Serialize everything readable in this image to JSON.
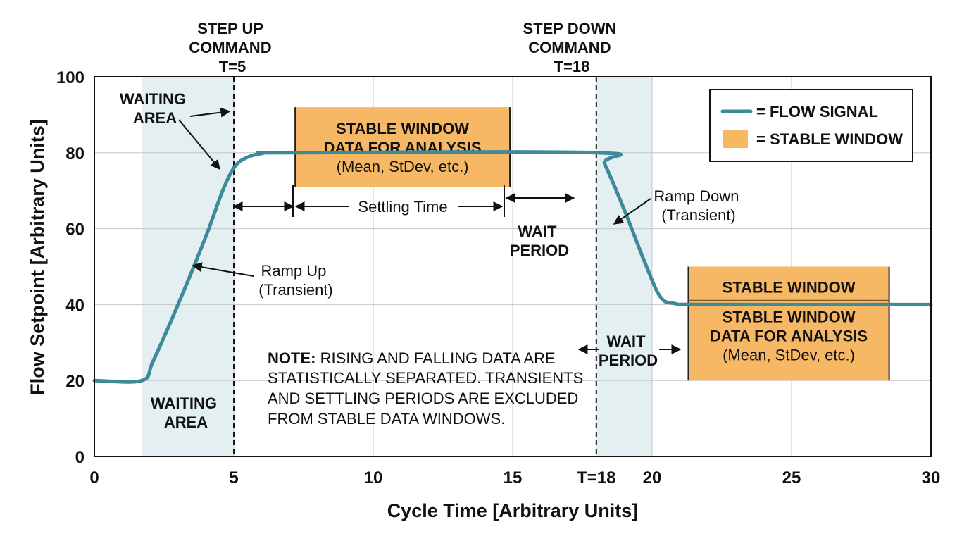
{
  "chart_data": {
    "type": "line",
    "title": "",
    "xlabel": "Cycle Time [Arbitrary Units]",
    "ylabel": "Flow Setpoint [Arbitrary Units]",
    "xlim": [
      0,
      30
    ],
    "ylim": [
      0,
      100
    ],
    "x_ticks": [
      0,
      5,
      10,
      15,
      20,
      25,
      30
    ],
    "x_tick_labels": [
      "0",
      "5",
      "10",
      "15",
      "T=18",
      "20",
      "25",
      "30"
    ],
    "y_ticks": [
      0,
      20,
      40,
      60,
      80,
      100
    ],
    "y_tick_labels": [
      "0",
      "20",
      "40",
      "60",
      "80",
      "100"
    ],
    "grid": true,
    "series": [
      {
        "name": "FLOW SIGNAL",
        "color": "#3f8a99",
        "points": [
          [
            0,
            20
          ],
          [
            1.7,
            20
          ],
          [
            2.1,
            25
          ],
          [
            3,
            40
          ],
          [
            4,
            58
          ],
          [
            4.6,
            70
          ],
          [
            5,
            76
          ],
          [
            5.4,
            78.5
          ],
          [
            6,
            79.8
          ],
          [
            7,
            80
          ],
          [
            18,
            80
          ],
          [
            18.3,
            77
          ],
          [
            19,
            65
          ],
          [
            19.8,
            50
          ],
          [
            20.3,
            42
          ],
          [
            20.8,
            40.3
          ],
          [
            22,
            40
          ],
          [
            30,
            40
          ]
        ]
      }
    ],
    "shaded_regions": [
      {
        "x": [
          1.7,
          5
        ],
        "label": "WAITING AREA",
        "color": "#e3eff0"
      },
      {
        "x": [
          18,
          20
        ],
        "label": "WAIT PERIOD",
        "color": "#e3eff0"
      }
    ],
    "vertical_lines": [
      {
        "x": 5,
        "label": [
          "STEP UP",
          "COMMAND",
          "T=5"
        ]
      },
      {
        "x": 18,
        "label": [
          "STEP DOWN",
          "COMMAND",
          "T=18"
        ]
      }
    ],
    "stable_windows": [
      {
        "x": [
          7.2,
          14.9
        ],
        "y": [
          71,
          92
        ],
        "lines": [
          "STABLE WINDOW",
          "DATA FOR ANALYSIS",
          "(Mean, StDev, etc.)"
        ]
      },
      {
        "x": [
          21.3,
          28.5
        ],
        "y": [
          20,
          50
        ],
        "header": "STABLE WINDOW",
        "lines": [
          "STABLE WINDOW",
          "DATA FOR ANALYSIS",
          "(Mean, StDev, etc.)"
        ]
      }
    ],
    "legend": {
      "position": "top-right",
      "items": [
        {
          "label": "= FLOW SIGNAL",
          "kind": "line",
          "color": "#3f8a99"
        },
        {
          "label": "= STABLE WINDOW",
          "kind": "box",
          "color": "#f7b866"
        }
      ]
    },
    "annotations": {
      "waiting_area_top": [
        "WAITING",
        "AREA"
      ],
      "waiting_area_bottom": [
        "WAITING",
        "AREA"
      ],
      "settling_time": "Settling Time",
      "wait_period_upper": [
        "WAIT",
        "PERIOD"
      ],
      "wait_period_lower": [
        "WAIT",
        "PERIOD"
      ],
      "ramp_up": [
        "Ramp Up",
        "(Transient)"
      ],
      "ramp_down": [
        "Ramp Down",
        "(Transient)"
      ],
      "note_bold": "NOTE:",
      "note_lines": [
        " RISING AND FALLING DATA ARE",
        "STATISTICALLY SEPARATED. TRANSIENTS",
        "AND SETTLING PERIODS ARE EXCLUDED",
        "FROM STABLE DATA WINDOWS."
      ]
    }
  }
}
